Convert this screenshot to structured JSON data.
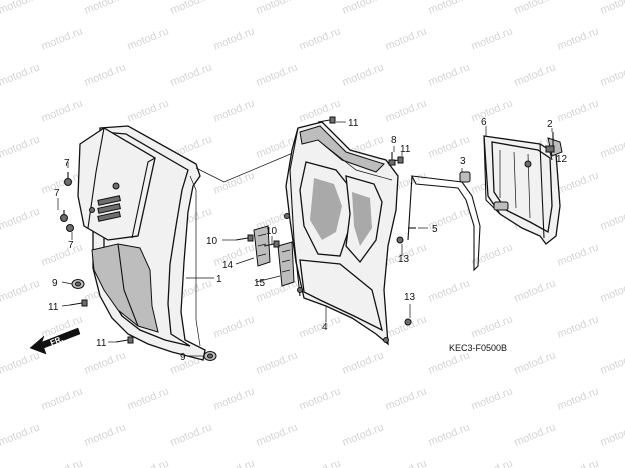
{
  "watermark": "motod.ru",
  "diagram_code": "KEC3-F0500B",
  "direction_label": "FR.",
  "callouts": [
    "1",
    "2",
    "3",
    "4",
    "5",
    "6",
    "7",
    "7",
    "7",
    "8",
    "9",
    "9",
    "10",
    "10",
    "11",
    "11",
    "11",
    "11",
    "12",
    "13",
    "13",
    "14",
    "15"
  ],
  "callout_1": "1",
  "callout_2": "2",
  "callout_3": "3",
  "callout_4": "4",
  "callout_5": "5",
  "callout_6": "6",
  "callout_7": "7",
  "callout_8": "8",
  "callout_9": "9",
  "callout_10": "10",
  "callout_11": "11",
  "callout_12": "12",
  "callout_13": "13",
  "callout_14": "14",
  "callout_15": "15"
}
